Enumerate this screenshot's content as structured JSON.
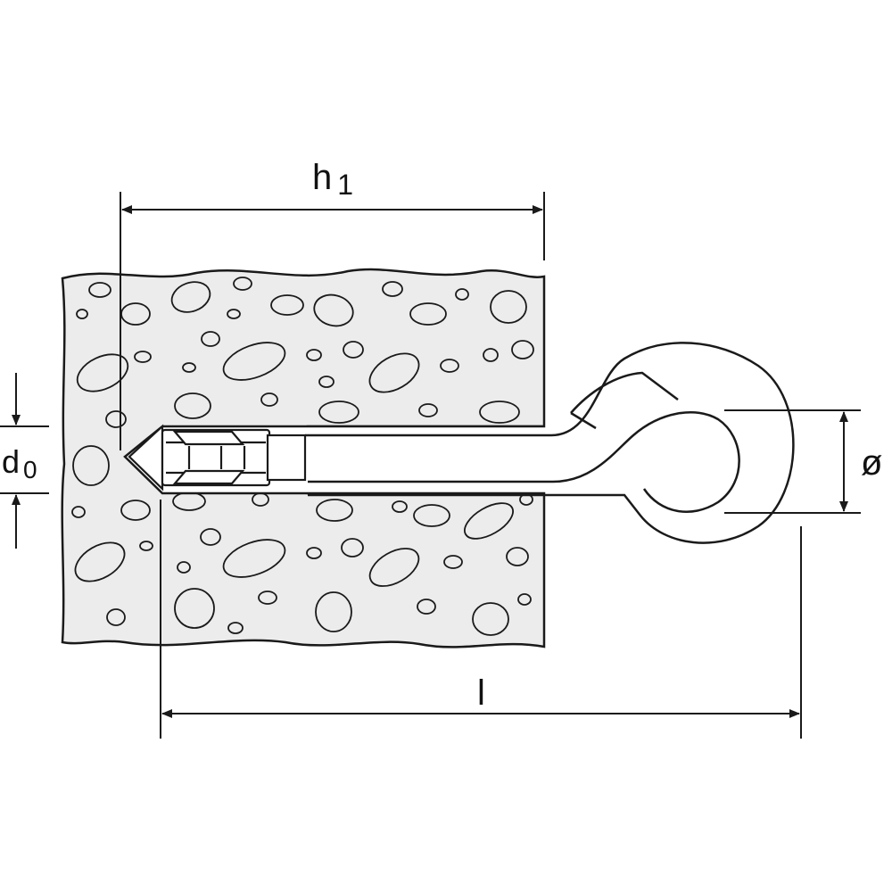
{
  "labels": {
    "h_main": "h",
    "h_sub": "1",
    "d_main": "d",
    "d_sub": "0",
    "l": "l",
    "diameter": "ø"
  },
  "colors": {
    "line": "#1a1a1a",
    "substrate_fill": "#ececec",
    "background": "#ffffff"
  }
}
